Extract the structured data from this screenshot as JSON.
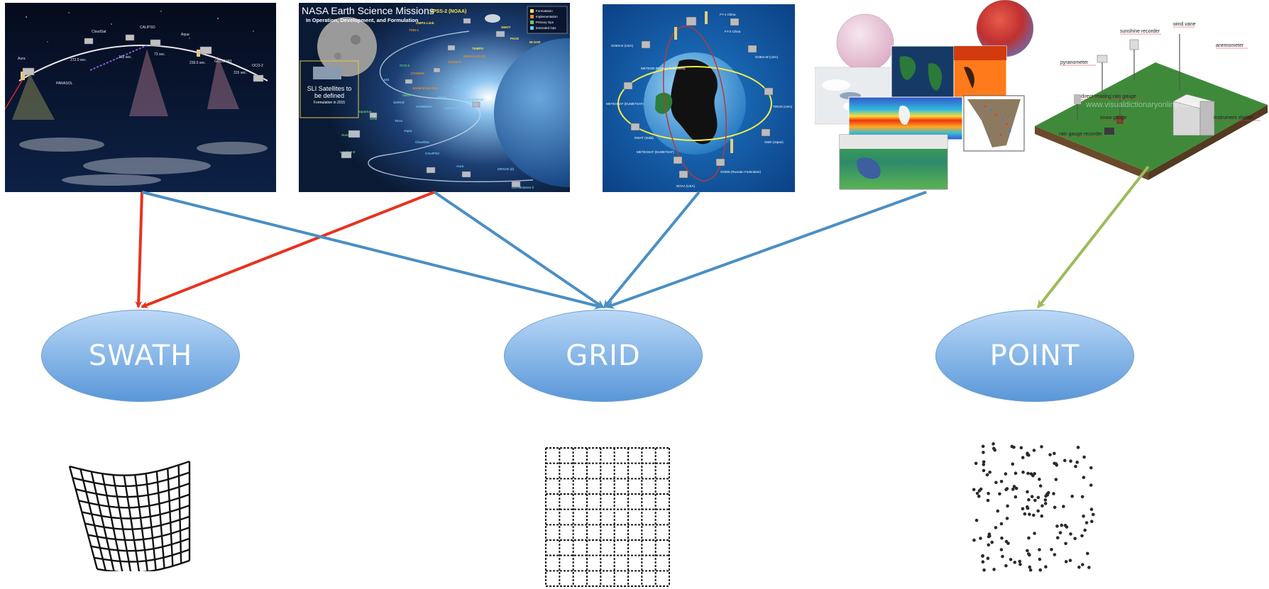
{
  "panels": {
    "constellation": {
      "labels": [
        "Aura",
        "CloudSat",
        "CALIPSO",
        "Aqua",
        "GCOM-W1",
        "OCO-2",
        "PARASOL",
        "272.5 sec.",
        "165 sec.",
        "73 sec.",
        "239.5 sec.",
        "315 sec."
      ]
    },
    "missions": {
      "title": "NASA Earth Science Missions",
      "subtitle": "In Operation, Development, and Formulation",
      "sli_text_1": "SLI Satellites to",
      "sli_text_2": "be defined",
      "sli_text_3": "Formulation in 2015",
      "legend": [
        "Formulation",
        "Implementation",
        "Primary Ops",
        "Extended Ops"
      ],
      "top_label": "JPSS-2 (NOAA)",
      "mission_labels": [
        "SWOT",
        "NI-SAR",
        "PACE",
        "TEMPO",
        "GRACE-FO (2)",
        "ICESat-2",
        "CYGNSS",
        "SAGE III (on ISS)",
        "SMAP",
        "GPM",
        "Aquarius",
        "Suomi NPP",
        "Landsat 8",
        "Terra",
        "Aqua",
        "CloudSat",
        "CALIPSO",
        "Aura",
        "GRACE (2)",
        "OSTM/Jason 2",
        "SORCE",
        "ACRIMSAT",
        "TRMM",
        "Landsat 7",
        "QuikSCAT",
        "RapidScat",
        "OCO-2",
        "TSIS-1",
        "OMPS-Limb",
        "ISS"
      ]
    },
    "geostationary": {
      "labels": [
        "FY-1 China",
        "METEOR (Russian Federation)",
        "GOES-E (USA)",
        "METEOSAT (EUMETSAT)",
        "GOES-W (USA)",
        "TIROS (USA)",
        "GMS (Japan)",
        "GOMS (Russian Federation)",
        "NOAA (USA)",
        "INSAT (India)",
        "FY-2 China",
        "METEOSAT (EUMETSAT)"
      ]
    },
    "weather_station": {
      "watermark": "www.visualdictionaryonline.com",
      "labels": [
        "sunshine recorder",
        "wind vane",
        "anemometer",
        "pyranometer",
        "direct-reading rain gauge",
        "snow gauge",
        "instrument shelter",
        "rain gauge recorder"
      ]
    }
  },
  "nodes": {
    "swath": "SWATH",
    "grid": "GRID",
    "point": "POINT"
  },
  "colors": {
    "swath_arrow": "#e8321e",
    "grid_arrow": "#4a8fc4",
    "point_arrow": "#9bbb59"
  }
}
